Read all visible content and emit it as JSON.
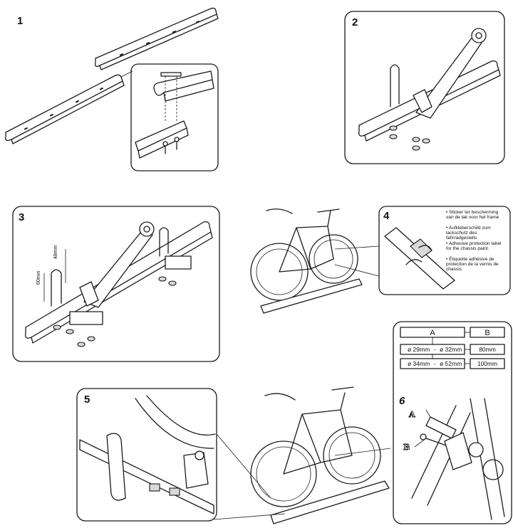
{
  "steps": {
    "s1": "1",
    "s2": "2",
    "s3": "3",
    "s4": "4",
    "s5": "5",
    "s6": "6"
  },
  "dimensions": {
    "height_a": "48mm",
    "height_b": "60mm"
  },
  "sticker_notes": [
    "Sticker ter bescherming van de lak voor het frame",
    "Aufkleberschild zum lackschutz des fahrradgestells",
    "Adhesive protection label for the chassis paint.",
    "Étiquette adhésive de protection de la vernis de chassis"
  ],
  "clamp_table": {
    "col_a": "A",
    "col_b": "B",
    "rows": [
      {
        "from": "ø 29mm",
        "sep": "-",
        "to": "ø 32mm",
        "size": "80mm"
      },
      {
        "from": "ø 34mm",
        "sep": "-",
        "to": "ø 52mm",
        "size": "100mm"
      }
    ]
  },
  "callouts": {
    "a": "A",
    "b": "B"
  }
}
